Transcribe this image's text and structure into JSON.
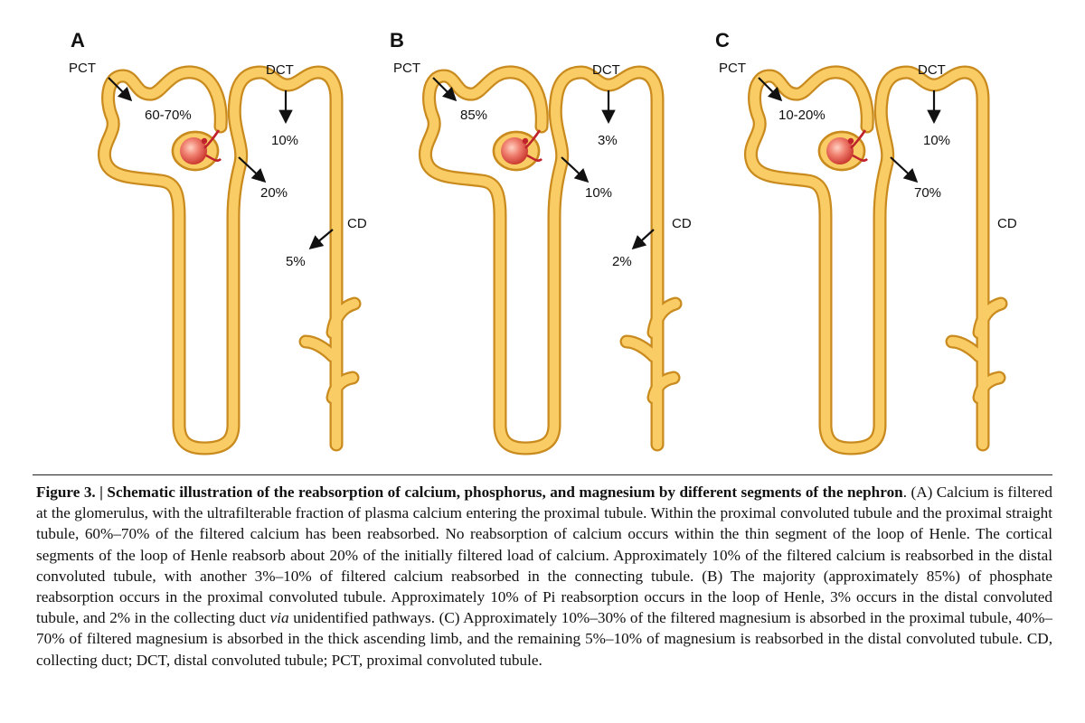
{
  "panels": [
    {
      "letter": "A",
      "labels": {
        "pct": "PCT",
        "dct": "DCT",
        "cd": "CD"
      },
      "values": {
        "pct": "60-70%",
        "dct": "10%",
        "loop": "20%",
        "cd": "5%"
      }
    },
    {
      "letter": "B",
      "labels": {
        "pct": "PCT",
        "dct": "DCT",
        "cd": "CD"
      },
      "values": {
        "pct": "85%",
        "dct": "3%",
        "loop": "10%",
        "cd": "2%"
      }
    },
    {
      "letter": "C",
      "labels": {
        "pct": "PCT",
        "dct": "DCT",
        "cd": "CD"
      },
      "values": {
        "pct": "10-20%",
        "dct": "10%",
        "loop": "70%"
      }
    }
  ],
  "caption": {
    "figure_label": "Figure 3.",
    "separator": " | ",
    "title": "Schematic illustration of the reabsorption of calcium, phosphorus, and magnesium by different segments of the nephron",
    "body_part1": ". (A) Calcium is filtered at the glomerulus, with the ultrafilterable fraction of plasma calcium entering the proximal tubule. Within the proximal convoluted tubule and the proximal straight tubule, 60%–70% of the filtered calcium has been reabsorbed. No reabsorption of calcium occurs within the thin segment of the loop of Henle. The cortical segments of the loop of Henle reabsorb about 20% of the initially filtered load of calcium. Approximately 10% of the filtered calcium is reabsorbed in the distal convoluted tubule, with another 3%–10% of filtered calcium reabsorbed in the connecting tubule. (B) The majority (approximately 85%) of phosphate reabsorption occurs in the proximal convoluted tubule. Approximately 10% of Pi reabsorption occurs in the loop of Henle, 3% occurs in the distal convoluted tubule, and 2% in the collecting duct ",
    "body_italic": "via",
    "body_part2": " unidentified pathways. (C) Approximately 10%–30% of the filtered magnesium is absorbed in the proximal tubule, 40%–70% of filtered magnesium is absorbed in the thick ascending limb, and the remaining 5%–10% of magnesium is reabsorbed in the distal convoluted tubule. CD, collecting duct; DCT, distal convoluted tubule; PCT, proximal convoluted tubule."
  },
  "colors": {
    "tubule_fill": "#f9cc66",
    "tubule_outline": "#c98a1e",
    "glomerulus": "#e85c50",
    "vessel": "#c0232b",
    "arrow": "#111111"
  }
}
